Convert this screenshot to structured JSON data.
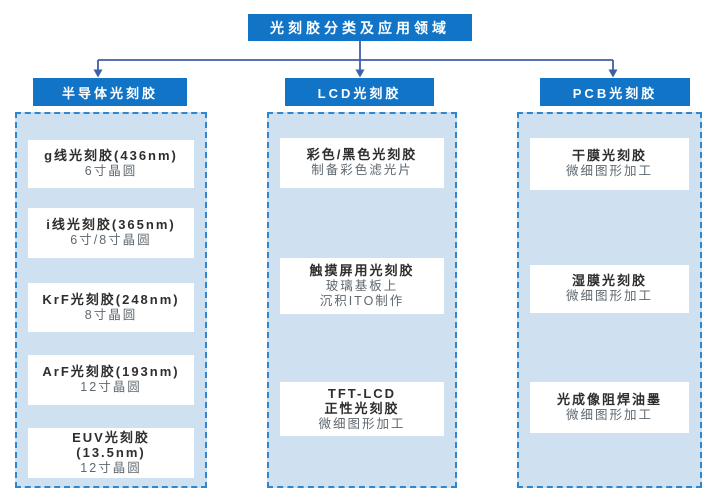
{
  "root": {
    "label": "光刻胶分类及应用领域"
  },
  "colors": {
    "primary_blue": "#1174c7",
    "panel_bg": "#cfe0f1",
    "dashed_border": "#2f86d1",
    "connector": "#3f5fa8",
    "title_text": "#2e2e2e",
    "subtitle_text": "#5e6870"
  },
  "branches": [
    {
      "header": "半导体光刻胶",
      "items": [
        {
          "title_lines": [
            "g线光刻胶(436nm)"
          ],
          "subtitle_lines": [
            "6寸晶圆"
          ]
        },
        {
          "title_lines": [
            "i线光刻胶(365nm)"
          ],
          "subtitle_lines": [
            "6寸/8寸晶圆"
          ]
        },
        {
          "title_lines": [
            "KrF光刻胶(248nm)"
          ],
          "subtitle_lines": [
            "8寸晶圆"
          ]
        },
        {
          "title_lines": [
            "ArF光刻胶(193nm)"
          ],
          "subtitle_lines": [
            "12寸晶圆"
          ]
        },
        {
          "title_lines": [
            "EUV光刻胶",
            "(13.5nm)"
          ],
          "subtitle_lines": [
            "12寸晶圆"
          ]
        }
      ]
    },
    {
      "header": "LCD光刻胶",
      "items": [
        {
          "title_lines": [
            "彩色/黑色光刻胶"
          ],
          "subtitle_lines": [
            "制备彩色滤光片"
          ]
        },
        {
          "title_lines": [
            "触摸屏用光刻胶"
          ],
          "subtitle_lines": [
            "玻璃基板上",
            "沉积ITO制作"
          ]
        },
        {
          "title_lines": [
            "TFT-LCD",
            "正性光刻胶"
          ],
          "subtitle_lines": [
            "微细图形加工"
          ]
        }
      ]
    },
    {
      "header": "PCB光刻胶",
      "items": [
        {
          "title_lines": [
            "干膜光刻胶"
          ],
          "subtitle_lines": [
            "微细图形加工"
          ]
        },
        {
          "title_lines": [
            "湿膜光刻胶"
          ],
          "subtitle_lines": [
            "微细图形加工"
          ]
        },
        {
          "title_lines": [
            "光成像阻焊油墨"
          ],
          "subtitle_lines": [
            "微细图形加工"
          ]
        }
      ]
    }
  ]
}
